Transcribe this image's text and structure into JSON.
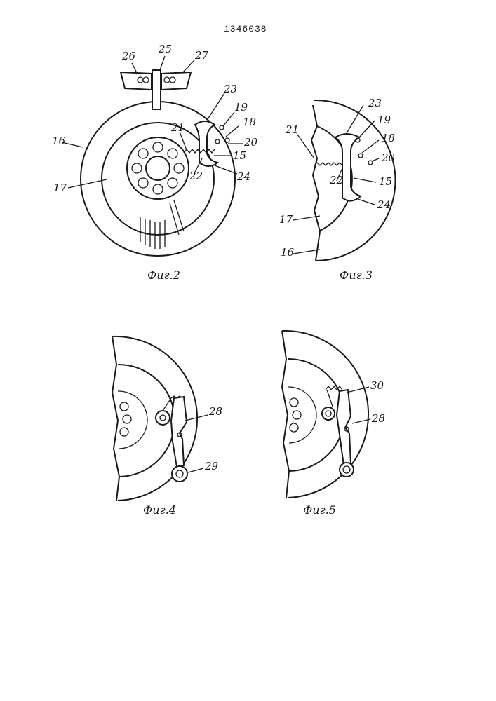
{
  "document": {
    "patent_number": "1346038"
  },
  "figures": [
    {
      "id": "fig2",
      "caption": "Фиг.2",
      "labels": [
        "26",
        "25",
        "27",
        "23",
        "19",
        "18",
        "20",
        "21",
        "15",
        "16",
        "22",
        "24",
        "17"
      ]
    },
    {
      "id": "fig3",
      "caption": "Фиг.3",
      "labels": [
        "23",
        "19",
        "21",
        "18",
        "20",
        "22",
        "15",
        "24",
        "17",
        "16"
      ]
    },
    {
      "id": "fig4",
      "caption": "Фиг.4",
      "labels": [
        "28",
        "29"
      ]
    },
    {
      "id": "fig5",
      "caption": "Фиг.5",
      "labels": [
        "30",
        "28"
      ]
    }
  ]
}
